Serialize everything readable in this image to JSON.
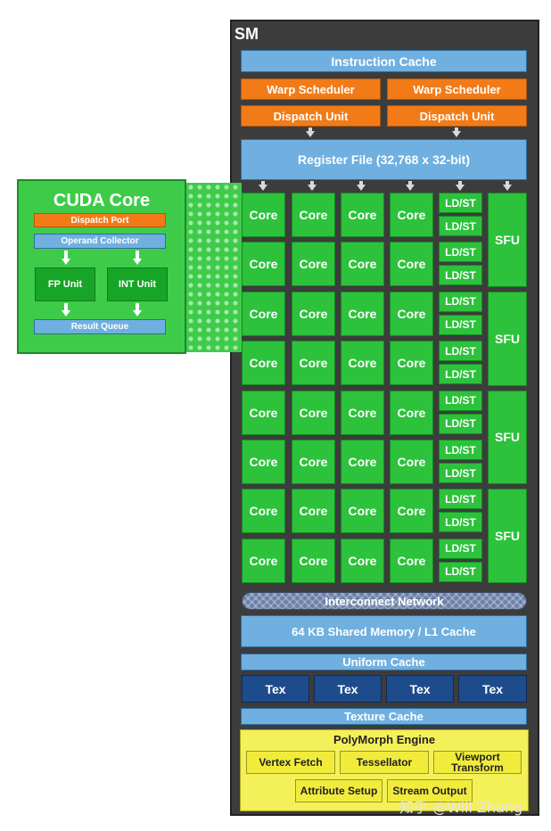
{
  "sm": {
    "title": "SM",
    "instruction_cache": "Instruction Cache",
    "warp_schedulers": [
      "Warp Scheduler",
      "Warp Scheduler"
    ],
    "dispatch_units": [
      "Dispatch Unit",
      "Dispatch Unit"
    ],
    "register_file": "Register File (32,768 x 32-bit)",
    "core_label": "Core",
    "ldst_label": "LD/ST",
    "sfu_label": "SFU",
    "core_rows": 8,
    "cores_per_row": 4,
    "ldst_count": 16,
    "sfu_count": 4,
    "interconnect": "Interconnect Network",
    "shared_memory": "64 KB Shared Memory / L1 Cache",
    "uniform_cache": "Uniform Cache",
    "tex_units": [
      "Tex",
      "Tex",
      "Tex",
      "Tex"
    ],
    "texture_cache": "Texture Cache",
    "polymorph": {
      "title": "PolyMorph Engine",
      "vertex_fetch": "Vertex Fetch",
      "tessellator": "Tessellator",
      "viewport_transform": "Viewport Transform",
      "attribute_setup": "Attribute Setup",
      "stream_output": "Stream Output"
    }
  },
  "cuda_core": {
    "title": "CUDA Core",
    "dispatch_port": "Dispatch Port",
    "operand_collector": "Operand Collector",
    "fp_unit": "FP Unit",
    "int_unit": "INT Unit",
    "result_queue": "Result Queue"
  },
  "watermark": "知乎 @Will Zhang",
  "colors": {
    "frame": "#3c3c3c",
    "core_green": "#2cc23b",
    "cache_blue": "#6fb0e0",
    "scheduler_orange": "#f27b18",
    "tex_navy": "#1e4b8c",
    "polymorph_yellow": "#f4f05a"
  }
}
